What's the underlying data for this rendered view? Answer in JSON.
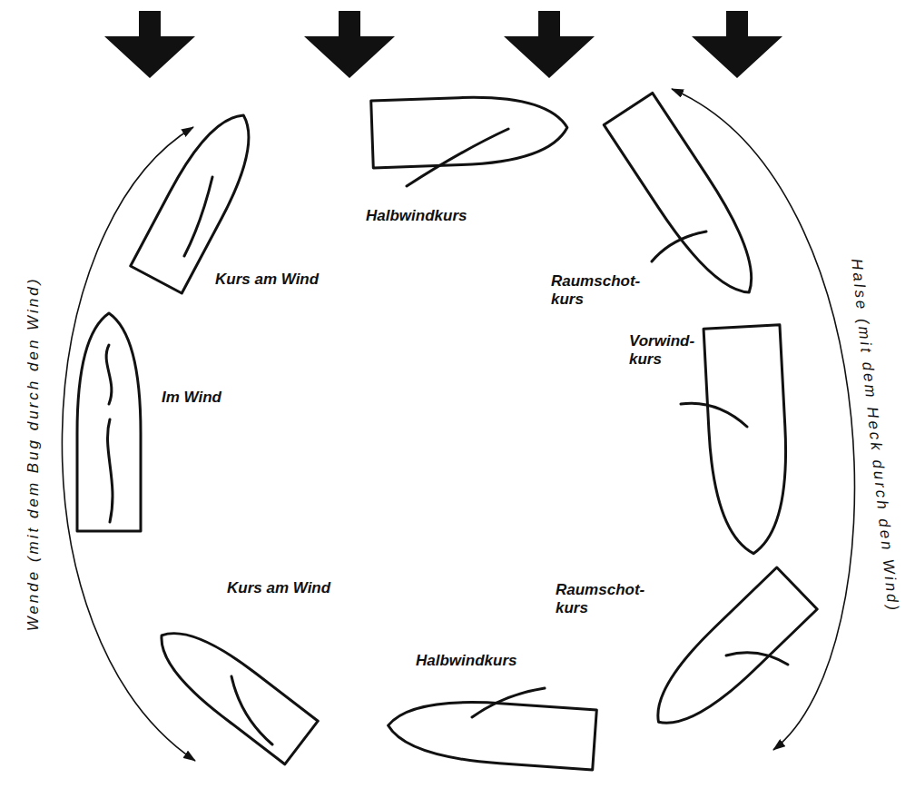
{
  "diagram": {
    "labels": [
      "Halbwindkurs",
      "Kurs am Wind",
      "Raumschot- kurs",
      "Im Wind",
      "Vorwind- kurs",
      "Raumschot- kurs",
      "Kurs am Wind",
      "Halbwindkurs",
      "Wende (mit dem Bug durch den Wind)",
      "Halse (mit dem Heck durch den Wind)"
    ]
  }
}
